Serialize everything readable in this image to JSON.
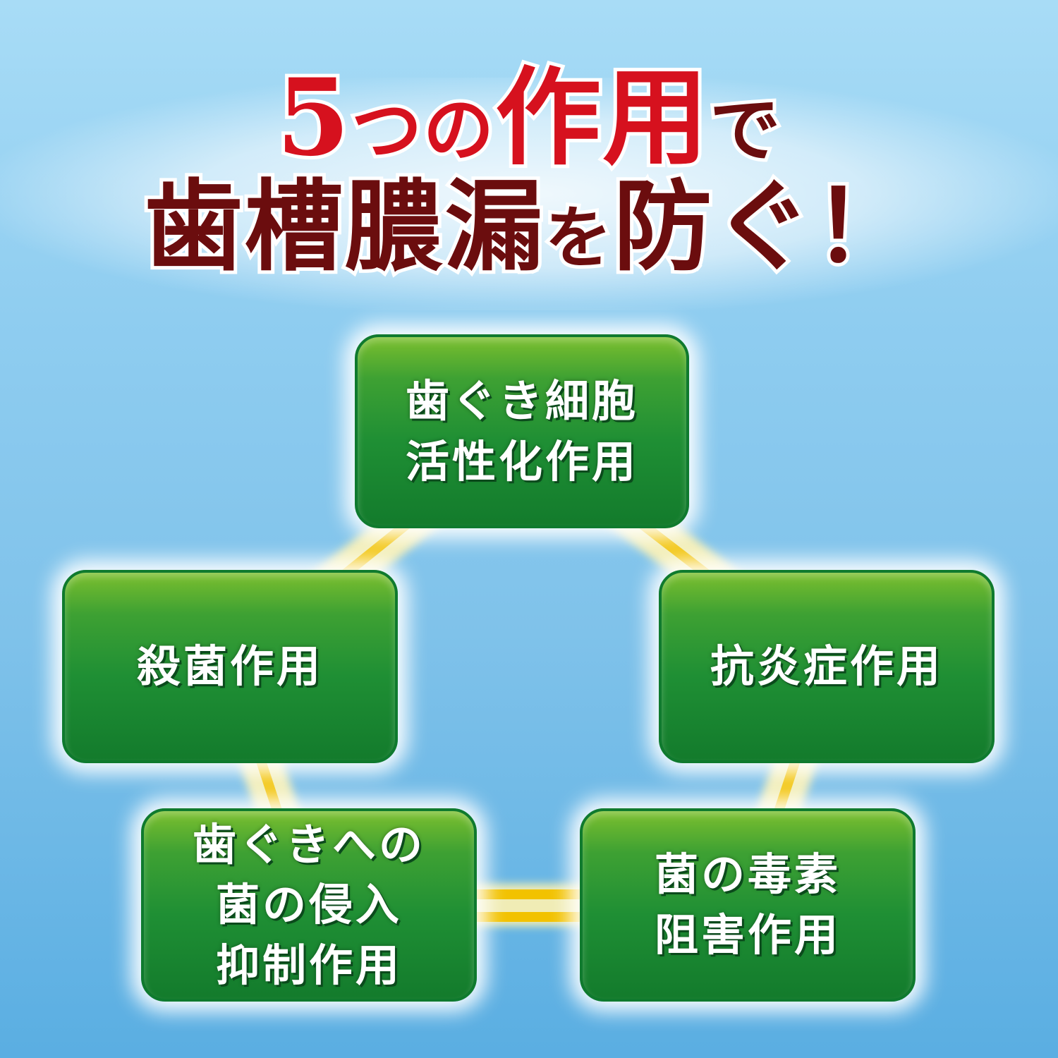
{
  "headline": {
    "line1": {
      "num": "5",
      "tsu": "つの",
      "sakuyou": "作用",
      "de": "で"
    },
    "line2": {
      "main": "歯槽膿漏",
      "wo": "を",
      "fusegu": "防ぐ！"
    }
  },
  "diagram": {
    "nodes": [
      {
        "id": "top",
        "lines": [
          "歯ぐき細胞",
          "活性化作用"
        ]
      },
      {
        "id": "left",
        "lines": [
          "殺菌作用"
        ]
      },
      {
        "id": "right",
        "lines": [
          "抗炎症作用"
        ]
      },
      {
        "id": "bottom-left",
        "lines": [
          "歯ぐきへの",
          "菌の侵入",
          "抑制作用"
        ]
      },
      {
        "id": "bottom-right",
        "lines": [
          "菌の毒素",
          "阻害作用"
        ]
      }
    ]
  },
  "colors": {
    "title_red": "#d6111e",
    "title_dark_red": "#6b0d0e",
    "box_green": "#1f8f34",
    "connector_yellow": "#f5c400"
  }
}
